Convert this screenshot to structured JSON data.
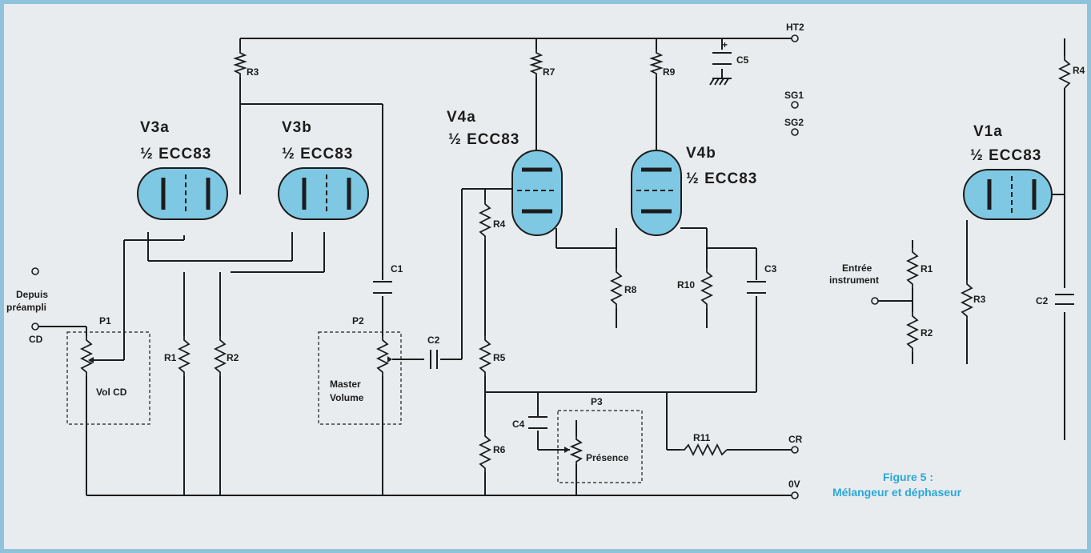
{
  "labels": {
    "HT2": "HT2",
    "SG1": "SG1",
    "SG2": "SG2",
    "CR": "CR",
    "0V": "0V",
    "CD": "CD",
    "R3": "R3",
    "R7": "R7",
    "R9": "R9",
    "C5": "C5",
    "R4": "R4",
    "R4b": "R4",
    "R8": "R8",
    "R10": "R10",
    "C3": "C3",
    "C1": "C1",
    "C2": "C2",
    "C2b": "C2",
    "R1": "R1",
    "R2": "R2",
    "R5": "R5",
    "R6": "R6",
    "C4": "C4",
    "R11": "R11",
    "P1": "P1",
    "P2": "P2",
    "P3": "P3",
    "R1b": "R1",
    "R2b": "R2",
    "R3b": "R3"
  },
  "tubes": {
    "v3a": {
      "name": "V3a",
      "type": "½ ECC83"
    },
    "v3b": {
      "name": "V3b",
      "type": "½ ECC83"
    },
    "v4a": {
      "name": "V4a",
      "type": "½ ECC83"
    },
    "v4b": {
      "name": "V4b",
      "type": "½ ECC83"
    },
    "v1a": {
      "name": "V1a",
      "type": "½ ECC83"
    }
  },
  "boxes": {
    "vol_cd": "Vol CD",
    "master_1": "Master",
    "master_2": "Volume",
    "presence": "Présence"
  },
  "inputs": {
    "depuis_1": "Depuis",
    "depuis_2": "préampli",
    "entree_1": "Entrée",
    "entree_2": "instrument"
  },
  "caption": {
    "line1": "Figure 5 :",
    "line2": "Mélangeur et déphaseur"
  }
}
